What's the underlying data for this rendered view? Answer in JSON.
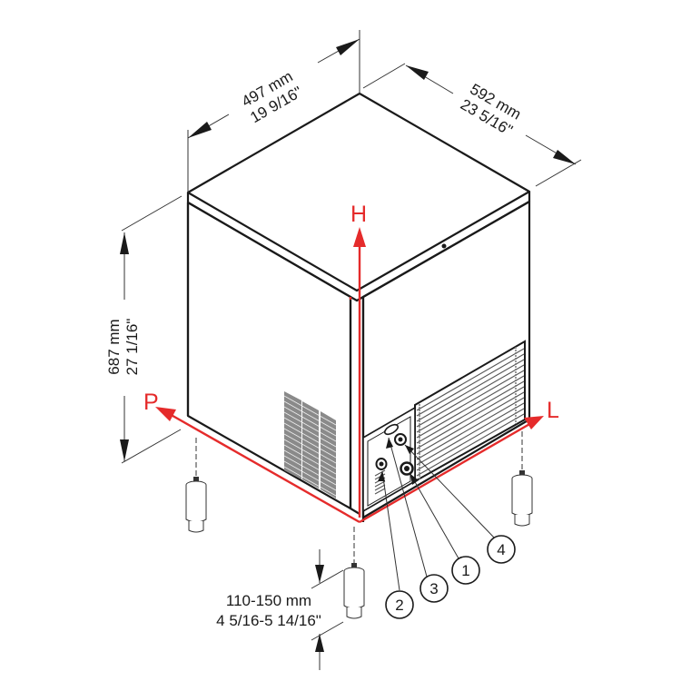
{
  "diagram": {
    "type": "isometric-dimension-drawing",
    "subject": "ice machine cabinet",
    "colors": {
      "outline": "#1a1a1a",
      "axis_accent": "#e52b2b",
      "background": "#ffffff"
    },
    "dimensions": {
      "width": {
        "metric": "497 mm",
        "imperial": "19 9/16\""
      },
      "depth": {
        "metric": "592 mm",
        "imperial": "23 5/16\""
      },
      "height": {
        "metric": "687 mm",
        "imperial": "27 1/16\""
      },
      "feet": {
        "metric": "110-150 mm",
        "imperial": "4 5/16-5 14/16\""
      }
    },
    "axes": {
      "height": "H",
      "depth": "P",
      "length": "L"
    },
    "callouts": [
      {
        "number": "1"
      },
      {
        "number": "2"
      },
      {
        "number": "3"
      },
      {
        "number": "4"
      }
    ]
  }
}
